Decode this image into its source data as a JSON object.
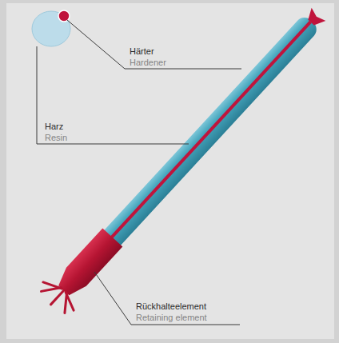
{
  "diagram": {
    "labels": [
      "Härter",
      "Hardener",
      "Harz",
      "Resin",
      "Rückhalteelement",
      "Retaining element"
    ]
  }
}
